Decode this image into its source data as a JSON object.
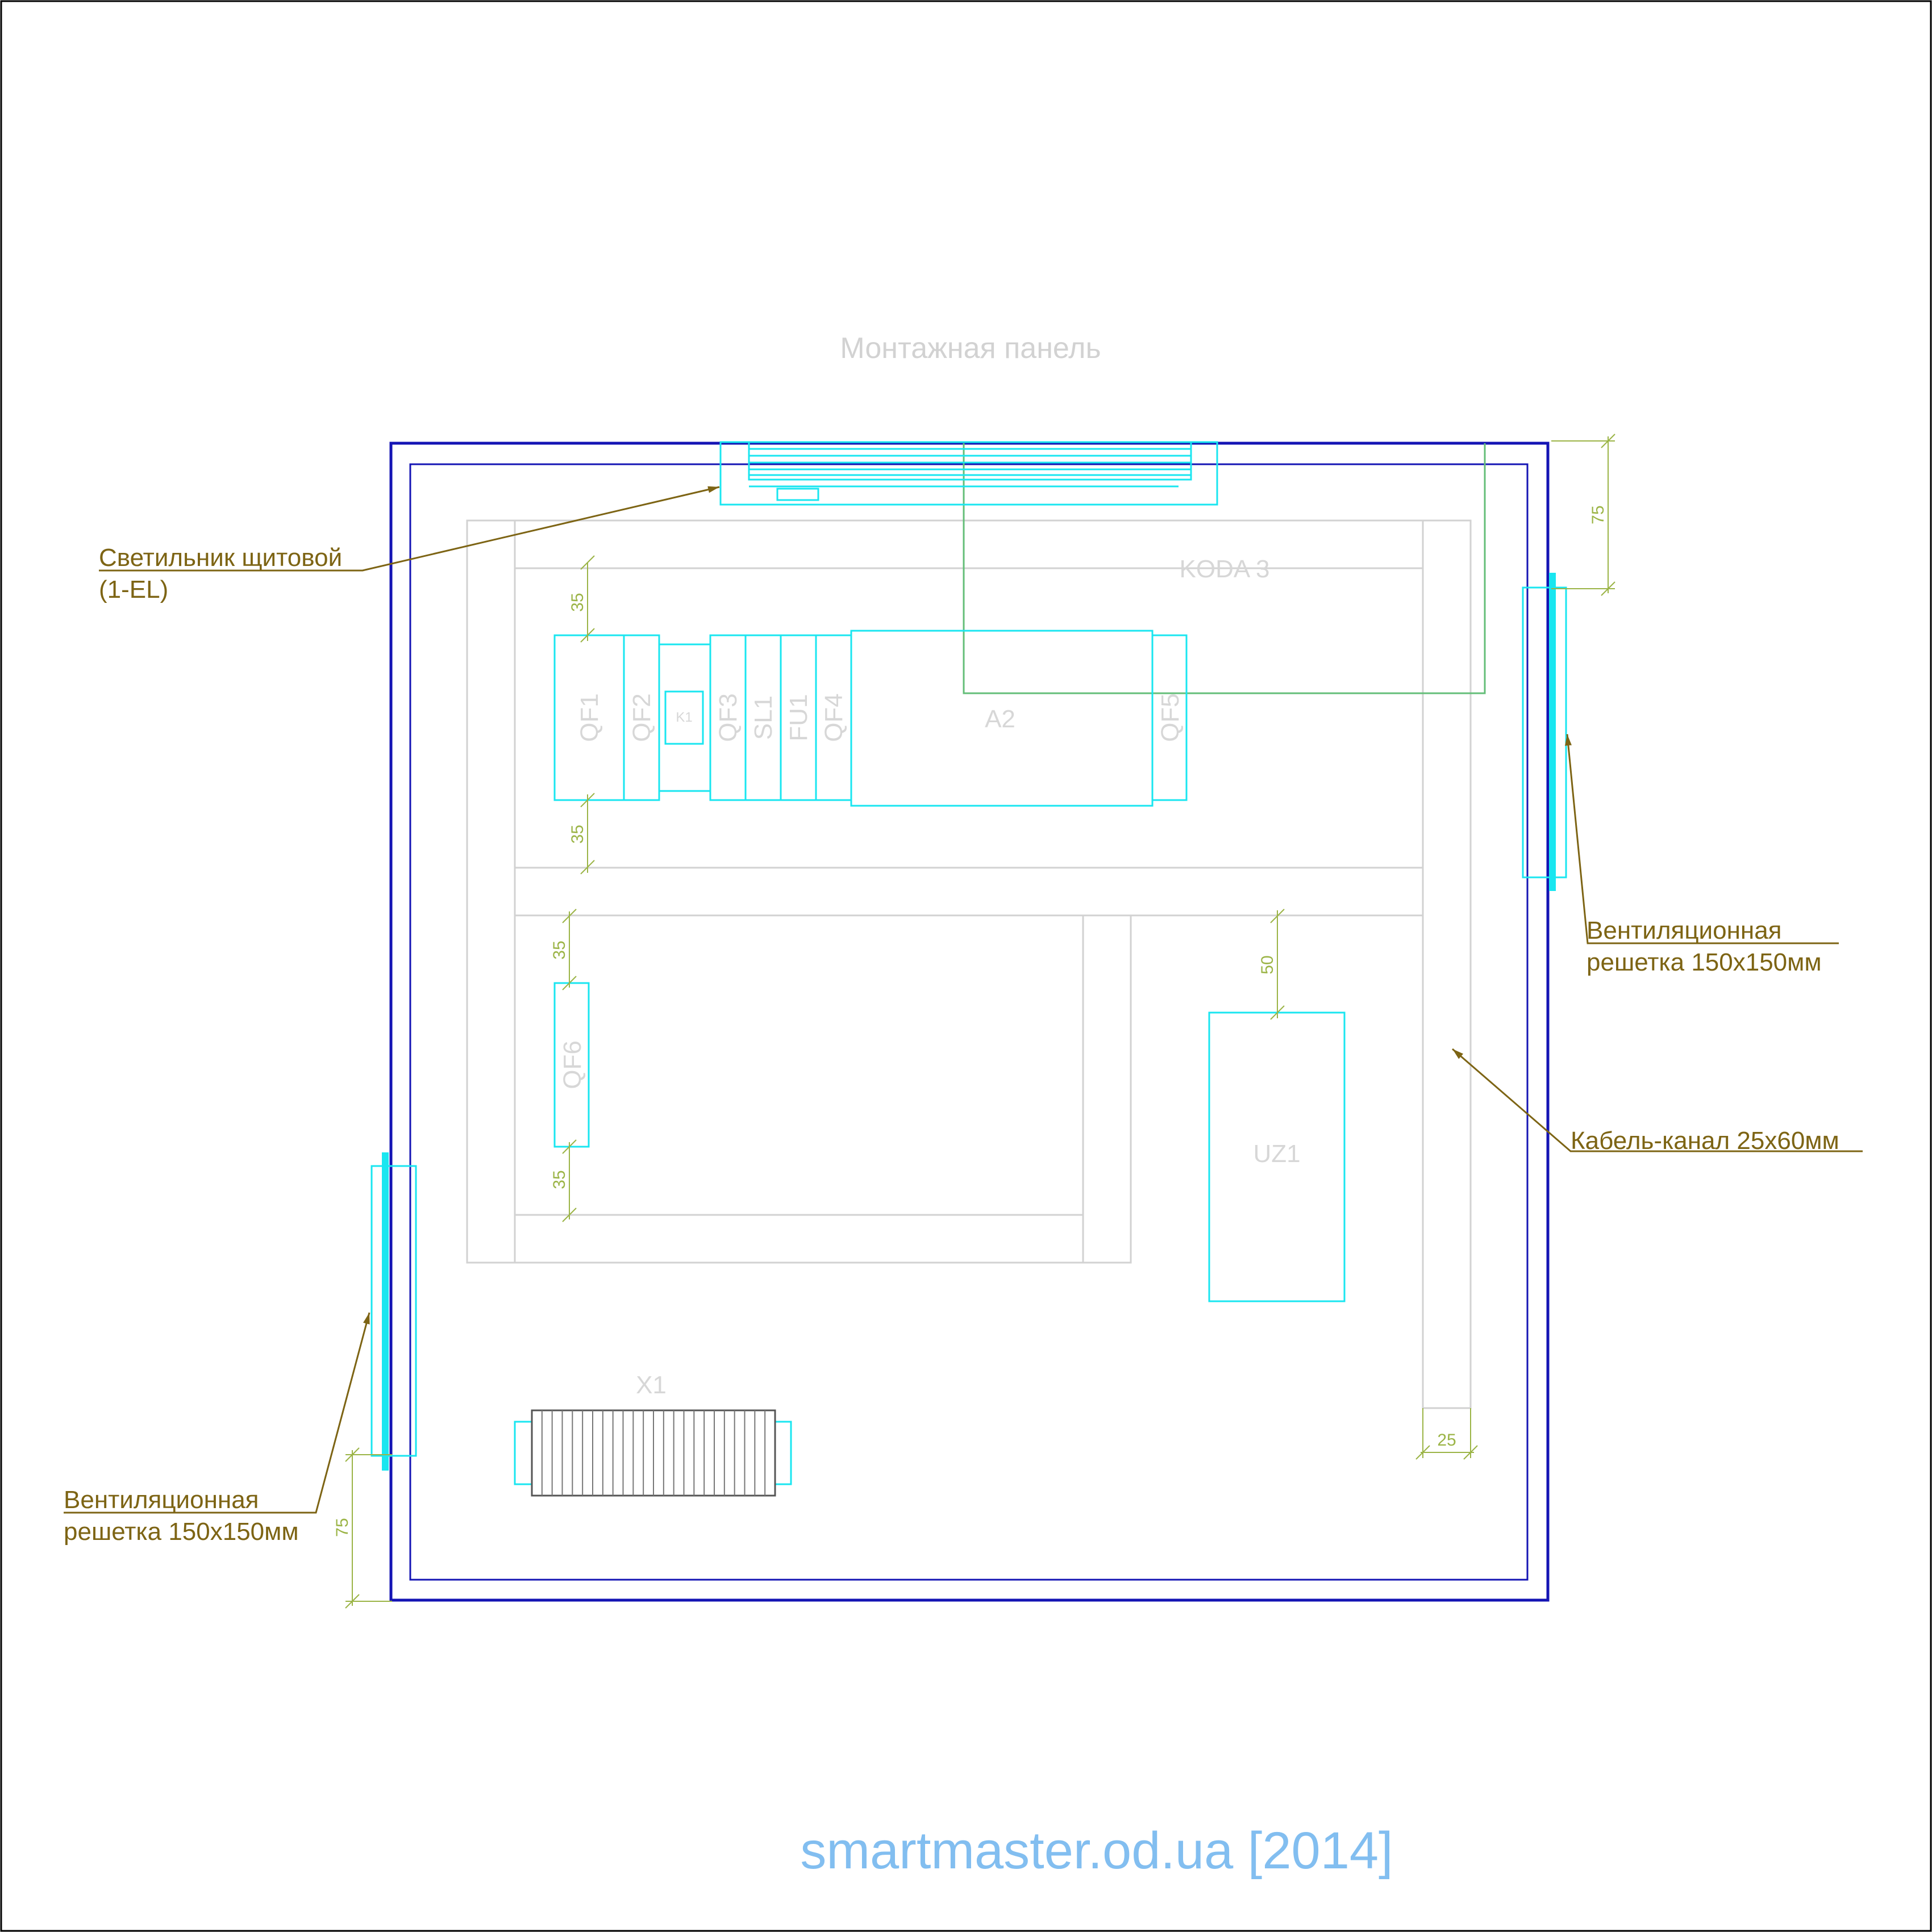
{
  "title": "Монтажная панель",
  "cabinet_label": "KODA 3",
  "lamp": {
    "label_line1": "Светильник щитовой",
    "label_line2": "(1-EL)"
  },
  "vent_right": {
    "label_line1": "Вентиляционная",
    "label_line2": "решетка 150х150мм"
  },
  "vent_left": {
    "label_line1": "Вентиляционная",
    "label_line2": "решетка 150х150мм"
  },
  "cable_channel": {
    "label": "Кабель-канал 25х60мм"
  },
  "devices": {
    "qf1": "QF1",
    "qf2": "QF2",
    "k1": "K1",
    "qf3": "QF3",
    "sl1": "SL1",
    "fu1": "FU1",
    "qf4": "QF4",
    "a2": "A2",
    "qf5": "QF5",
    "qf6": "QF6",
    "uz1": "UZ1",
    "x1": "X1"
  },
  "dimensions": {
    "top_right": "75",
    "rail1_top": "35",
    "rail1_bottom": "35",
    "rail2_top": "35",
    "rail2_bottom": "35",
    "uz1_gap": "50",
    "channel_width": "25",
    "bottom_left": "75"
  },
  "watermark": "smartmaster.od.ua [2014]",
  "colors": {
    "frame": "#1414b4",
    "device": "#19e6f0",
    "duct": "#d2d2d2",
    "dimension": "#9bb446",
    "leader": "#7d6414",
    "device_label": "#d7d7d7",
    "watermark": "#82bef0",
    "route": "#64be78",
    "terminal": "#555555"
  }
}
